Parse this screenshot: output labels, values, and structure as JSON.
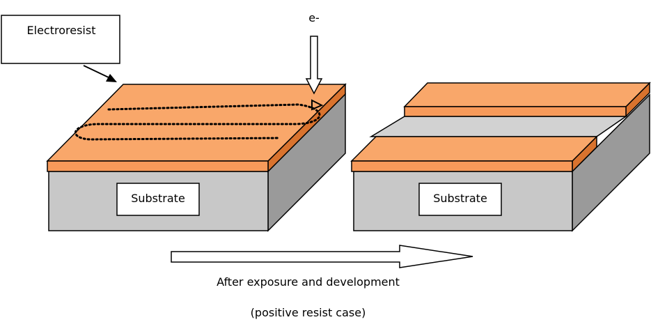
{
  "labels": {
    "electroresist": "Electroresist",
    "electron_beam": "e-",
    "substrate_left": "Substrate",
    "substrate_right": "Substrate"
  },
  "caption": {
    "line1": "After exposure and development",
    "line2": "(positive resist case)"
  },
  "colors": {
    "resist": "#F9A76A",
    "resist_side": "#D9732E",
    "substrate_front": "#C8C8C8",
    "substrate_side": "#8C8C8C",
    "exposed_trench": "#D2D2D2"
  }
}
